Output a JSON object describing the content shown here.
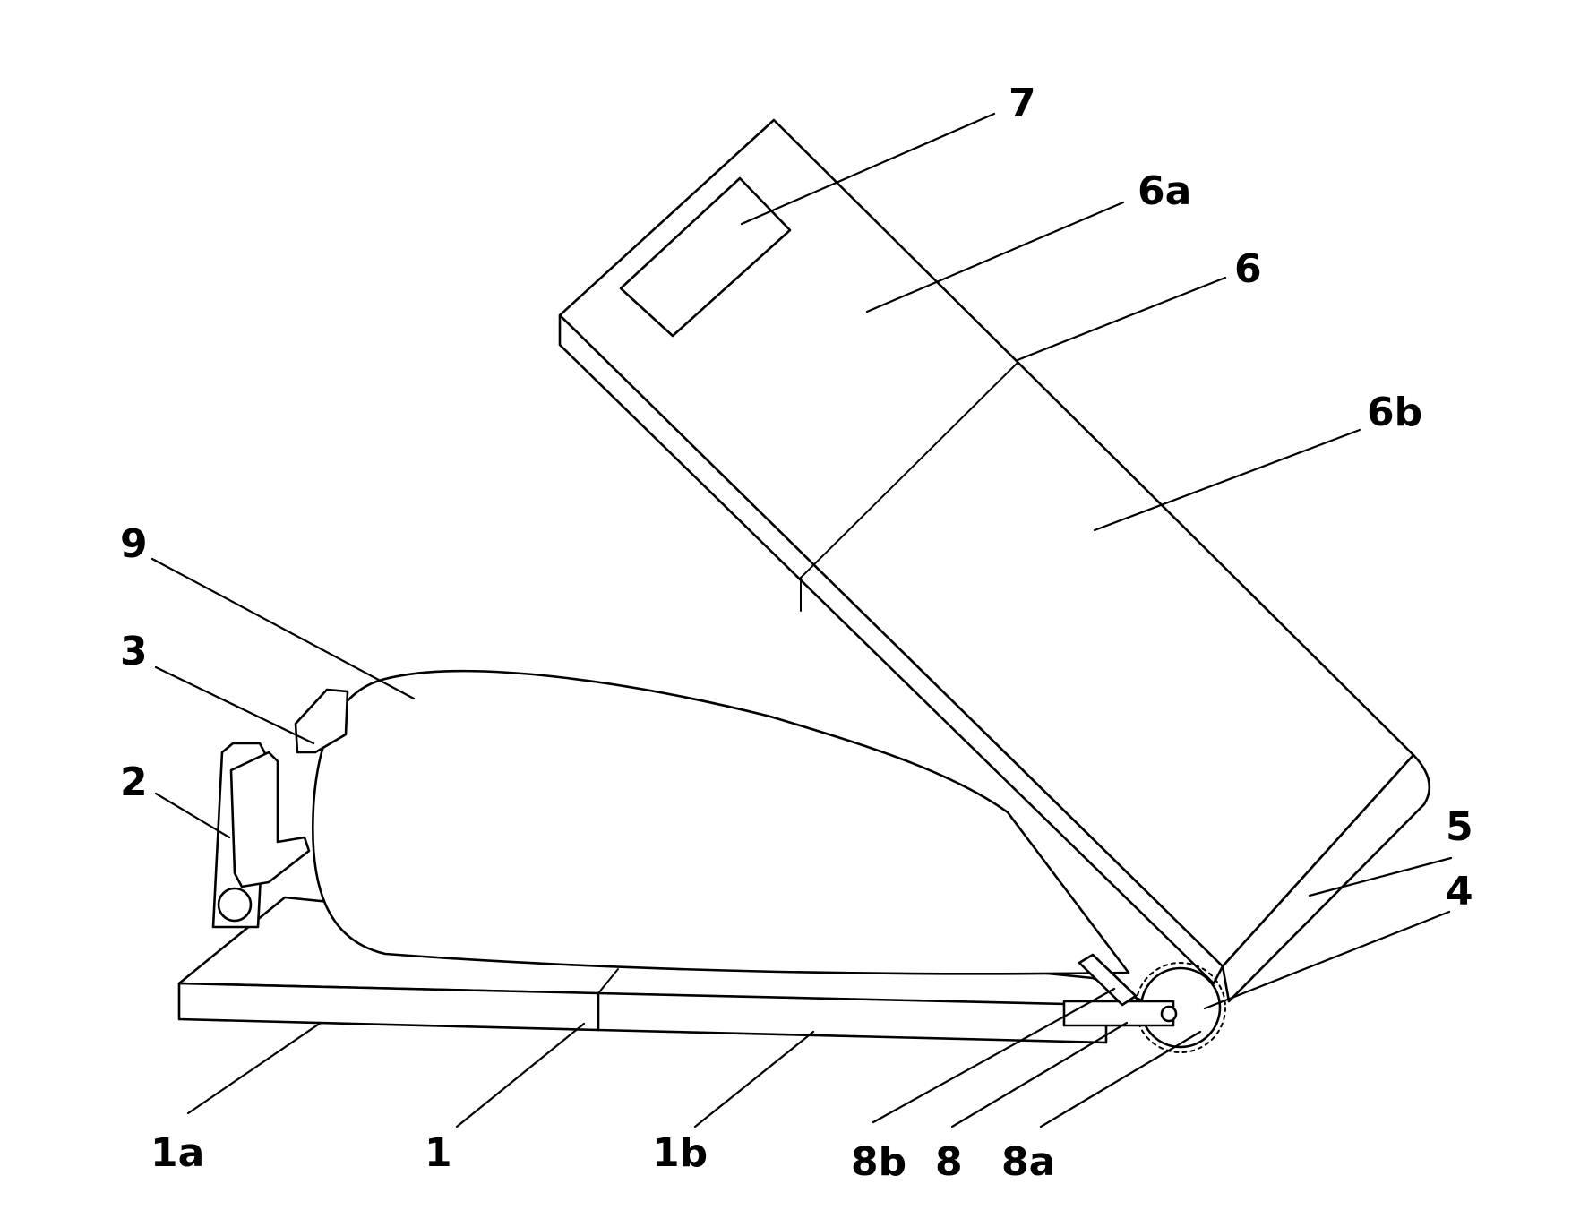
{
  "labels": {
    "l7": "7",
    "l6a": "6a",
    "l6": "6",
    "l6b": "6b",
    "l9": "9",
    "l3": "3",
    "l2": "2",
    "l5": "5",
    "l4": "4",
    "l1a": "1a",
    "l1": "1",
    "l1b": "1b",
    "l8b": "8b",
    "l8": "8",
    "l8a": "8a"
  },
  "colors": {
    "line": "#000000",
    "background": "#ffffff"
  }
}
